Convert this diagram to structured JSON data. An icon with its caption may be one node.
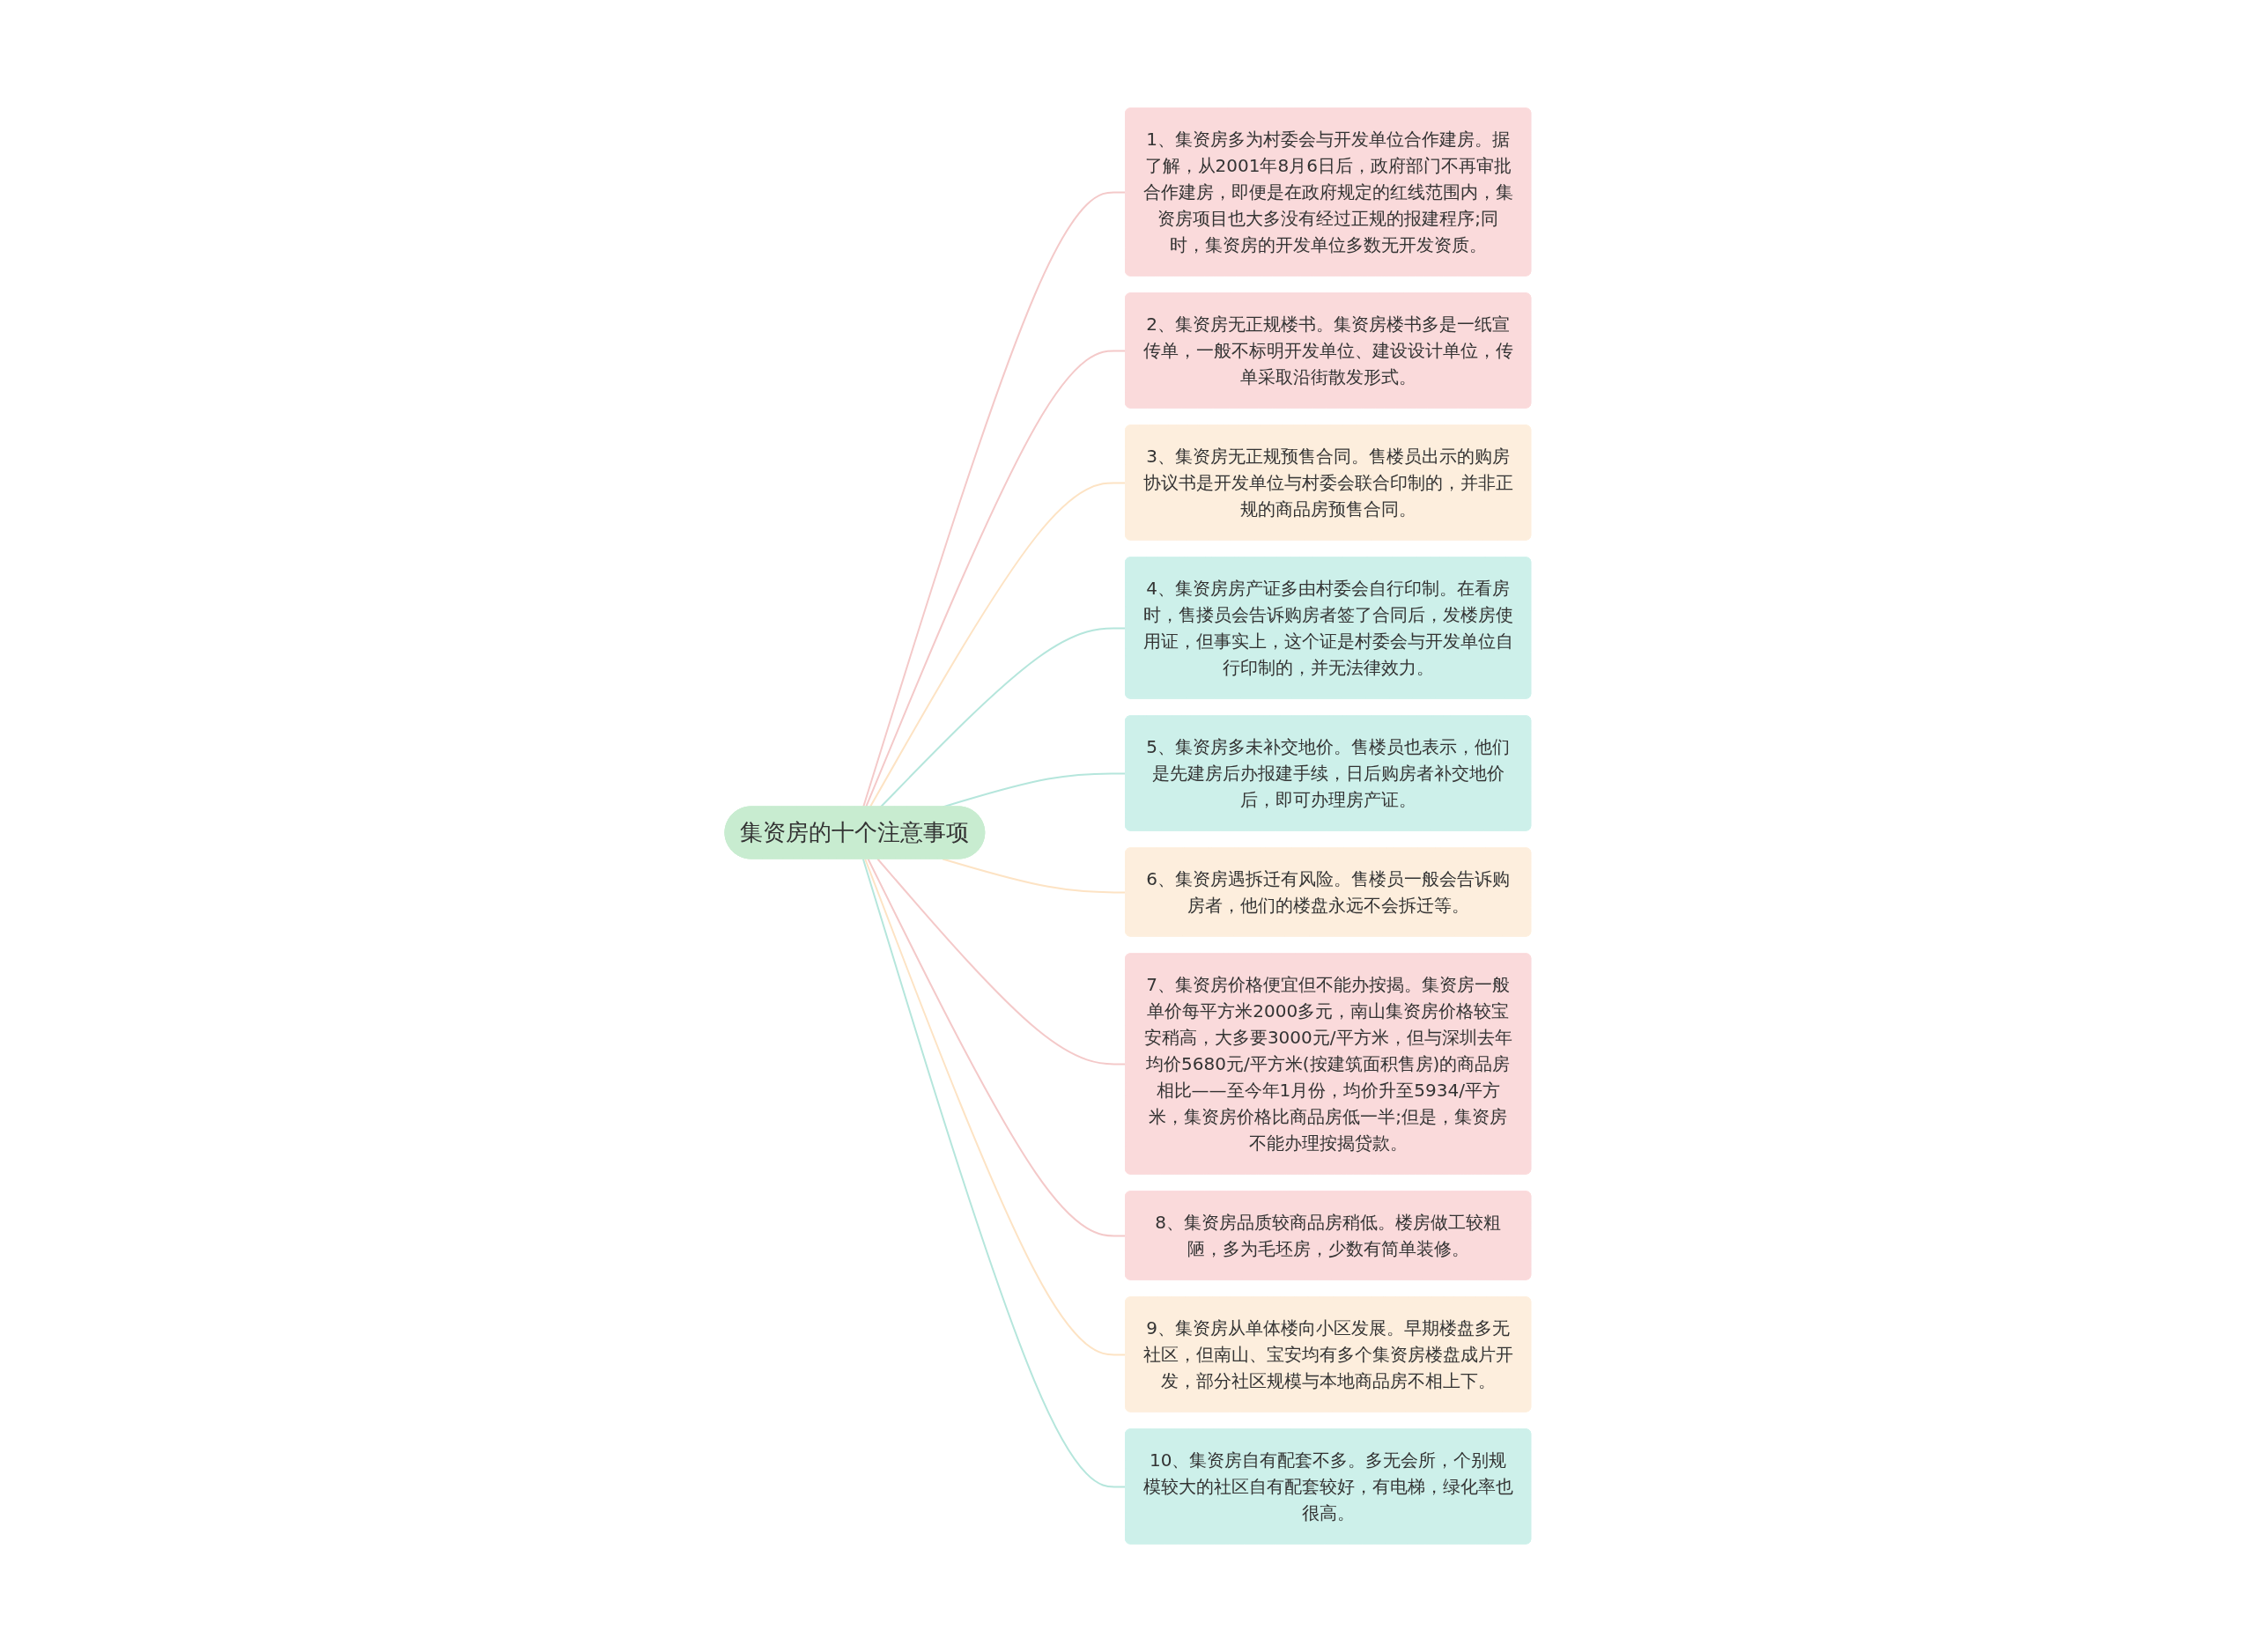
{
  "diagram": {
    "nodes": [
      {
        "text": [
          "集资房的十个注意事项"
        ]
      },
      {
        "text": [
          "1、集资房多为村委会与开发单位合作建房。据了解，从2001年8月6日后，政府部门不再审批合作建房，即便是在政府规定的红线范围内，集资房项目也大多没有经过正规的报建程序;同时，集资房的开发单位多数无开发资质。"
        ]
      },
      {
        "text": [
          "2、集资房无正规楼书。集资房楼书多是一纸宣传单，一般不标明开发单位、建设设计单位，传单采取沿街散发形式。"
        ]
      },
      {
        "text": [
          "3、集资房无正规预售合同。售楼员出示的购房协议书是开发单位与村委会联合印制的，并非正规的商品房预售合同。"
        ]
      },
      {
        "text": [
          "4、集资房房产证多由村委会自行印制。在看房时，售搂员会告诉购房者签了合同后，发楼房使用证，但事实上，这个证是村委会与开发单位自行印制的，并无法律效力。"
        ]
      },
      {
        "text": [
          "5、集资房多未补交地价。售楼员也表示，他们是先建房后办报建手续，日后购房者补交地价后，即可办理房产证。"
        ]
      },
      {
        "text": [
          "6、集资房遇拆迁有风险。售楼员一般会告诉购房者，他们的楼盘永远不会拆迁等。"
        ]
      },
      {
        "text": [
          "7、集资房价格便宜但不能办按揭。集资房一般单价每平方米2000多元，南山集资房价格较宝安稍高，大多要3000元/平方米，但与深圳去年均价5680元/平方米(按建筑面积售房)的商品房相比——至今年1月份，均价升至5934/平方米，集资房价格比商品房低一半;但是，集资房不能办理按揭贷款。"
        ]
      },
      {
        "text": [
          "8、集资房品质较商品房稍低。楼房做工较粗陋，多为毛坯房，少数有简单装修。"
        ]
      },
      {
        "text": [
          "9、集资房从单体楼向小区发展。早期楼盘多无社区，但南山、宝安均有多个集资房楼盘成片开发，部分社区规模与本地商品房不相上下。"
        ]
      },
      {
        "text": [
          "10、集资房自有配套不多。多无会所，个别规模较大的社区自有配套较好，有电梯，绿化率也很高。"
        ]
      }
    ],
    "edges": [
      {
        "from": 0,
        "to": 1,
        "arrow": "none"
      },
      {
        "from": 0,
        "to": 2,
        "arrow": "none"
      },
      {
        "from": 0,
        "to": 3,
        "arrow": "none",
        "color": "#fde3c4"
      },
      {
        "from": 0,
        "to": 4,
        "arrow": "none",
        "color": "#b5e6dc"
      },
      {
        "from": 0,
        "to": 5,
        "arrow": "none",
        "color": "#b5e6dc"
      },
      {
        "from": 0,
        "to": 6,
        "arrow": "none",
        "color": "#fde3c4"
      },
      {
        "from": 0,
        "to": 7,
        "arrow": "none"
      },
      {
        "from": 0,
        "to": 8,
        "arrow": "none"
      },
      {
        "from": 0,
        "to": 9,
        "arrow": "none",
        "color": "#fde3c4"
      },
      {
        "from": 0,
        "to": 10,
        "arrow": "none",
        "color": "#b5e6dc"
      }
    ]
  }
}
